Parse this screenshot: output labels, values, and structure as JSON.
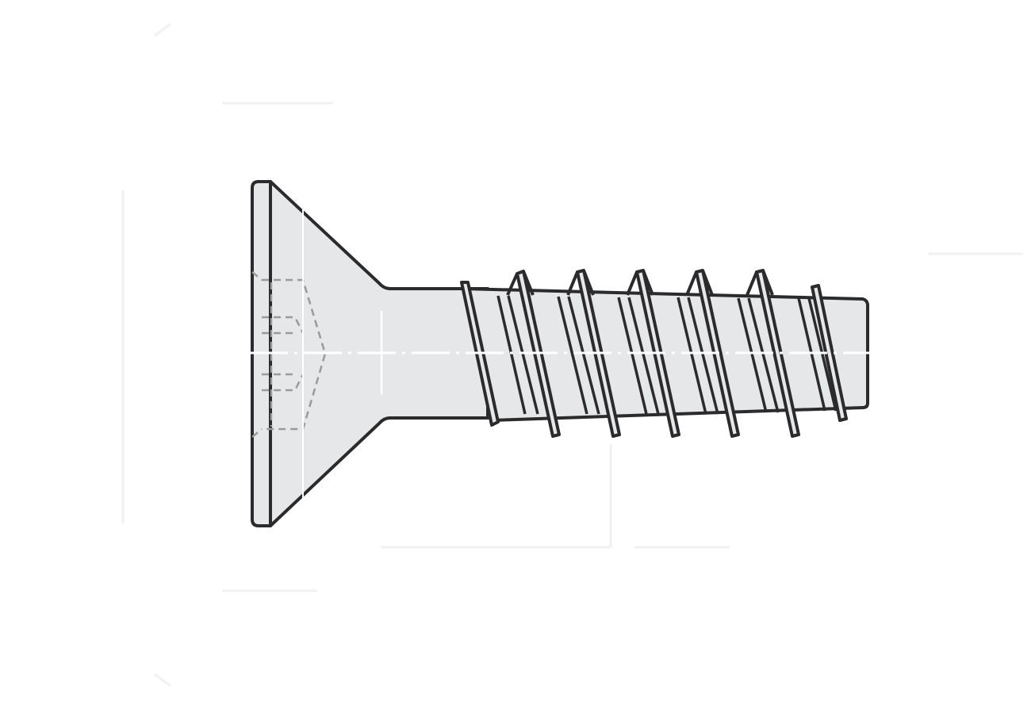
{
  "figure": {
    "subject": "countersunk-head-screw",
    "view": "side"
  },
  "colors": {
    "body_fill": "#e6e7e8",
    "outline": "#2b2a2c",
    "hidden_line": "#9a9a9a",
    "centerline": "#ffffff",
    "ghost_text": "#f1f1f1",
    "background": "#ffffff"
  },
  "thread": {
    "turn_count": 6
  }
}
